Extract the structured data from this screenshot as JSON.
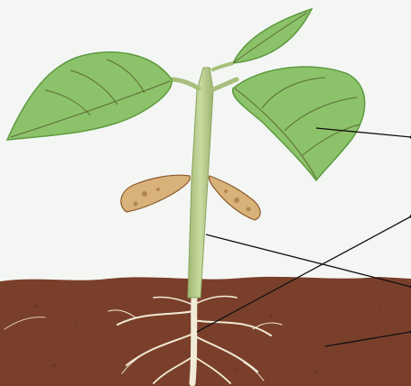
{
  "diagram": {
    "colors": {
      "sky": "#f4f6f4",
      "soil": "#7a3f2a",
      "soil_dark": "#6a3422",
      "stem": "#b9cf8f",
      "leaf": "#8cc26a",
      "leaf_dark": "#5d9a3f",
      "cotyledon": "#d9b27a",
      "root": "#f1ecd7",
      "arrow": "#111111"
    },
    "labels": [],
    "pointers": [
      {
        "target": "leaf"
      },
      {
        "target": "stem"
      },
      {
        "target": "root"
      },
      {
        "target": "soil"
      }
    ]
  }
}
